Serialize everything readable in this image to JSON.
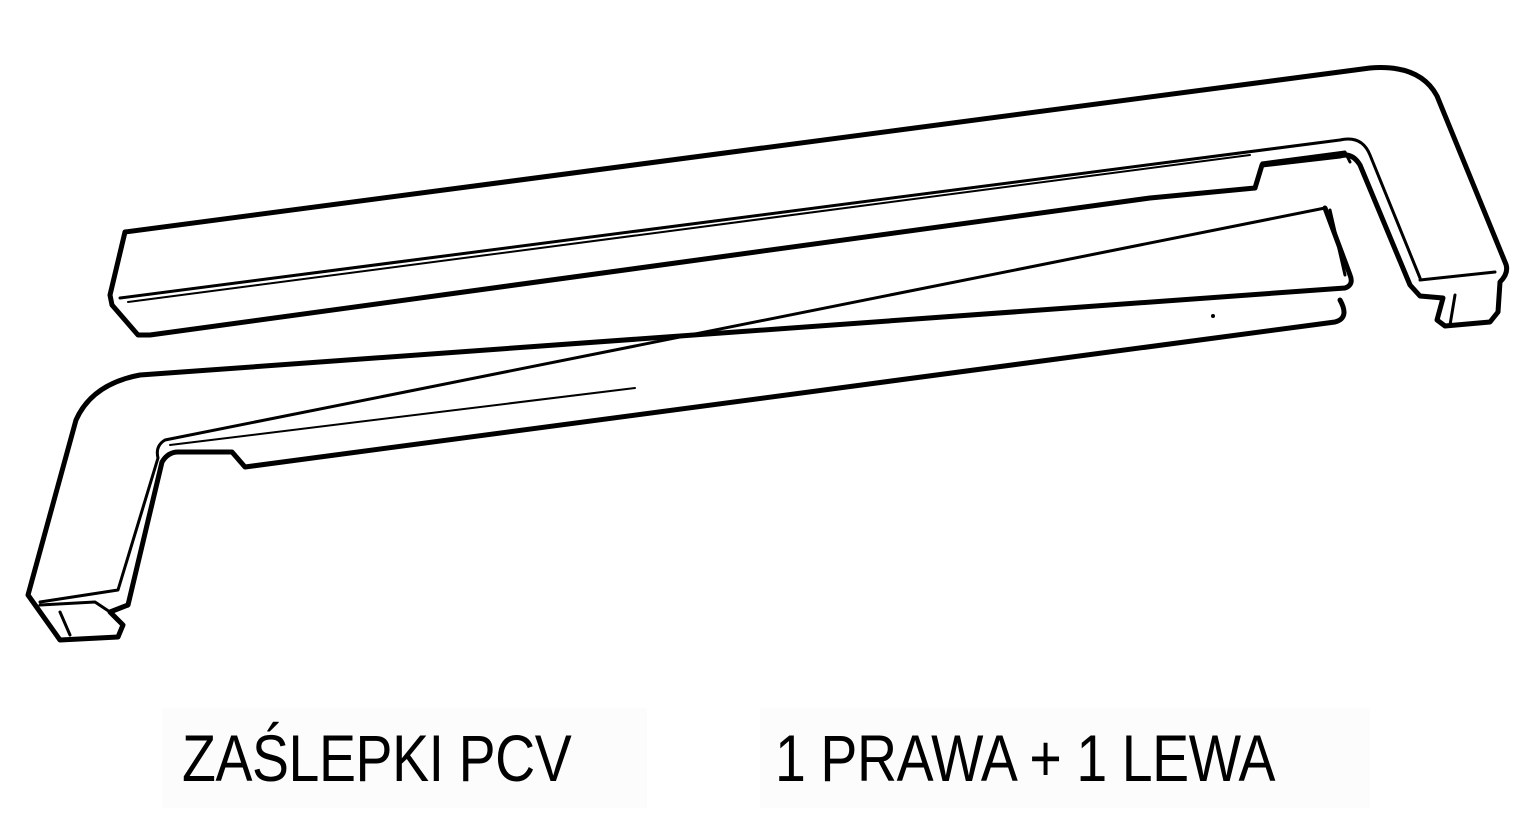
{
  "caption": {
    "product": "ZAŚLEPKI PCV",
    "quantity": "1 PRAWA + 1 LEWA"
  },
  "illustration": {
    "items": [
      "right-end-cap",
      "left-end-cap"
    ],
    "line_color": "#000000"
  }
}
